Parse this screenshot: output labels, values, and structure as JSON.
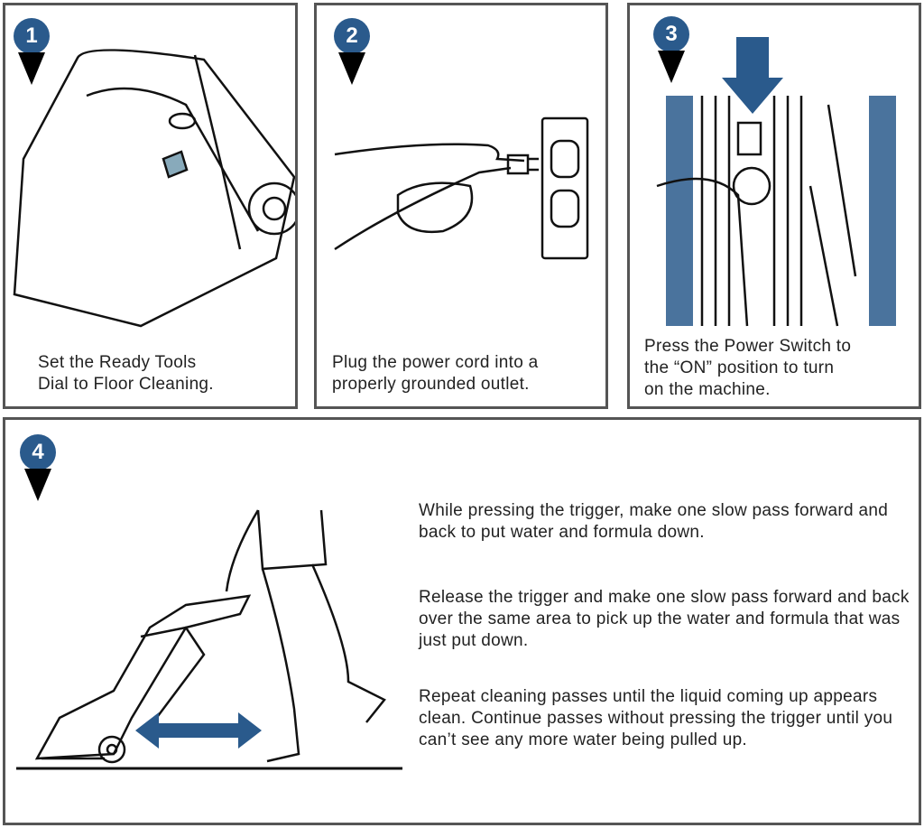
{
  "steps": [
    {
      "number": "1",
      "caption": [
        "Set the Ready Tools",
        "Dial to Floor Cleaning."
      ]
    },
    {
      "number": "2",
      "caption": [
        "Plug the power cord into a",
        "properly grounded outlet."
      ]
    },
    {
      "number": "3",
      "caption": [
        "Press the Power Switch to",
        "the “ON” position to turn",
        "on the machine."
      ]
    },
    {
      "number": "4",
      "paragraphs": [
        "While pressing the trigger, make one slow pass forward and back to put water and formula down.",
        "Release the trigger and make one slow pass forward and back over the same area to pick up the water and formula that was just put down.",
        "Repeat cleaning passes until the liquid coming up appears clean. Continue passes without pressing the trigger until you can’t see any more water being pulled up."
      ]
    }
  ],
  "colors": {
    "accent": "#2a5a8c",
    "border": "#555555"
  }
}
